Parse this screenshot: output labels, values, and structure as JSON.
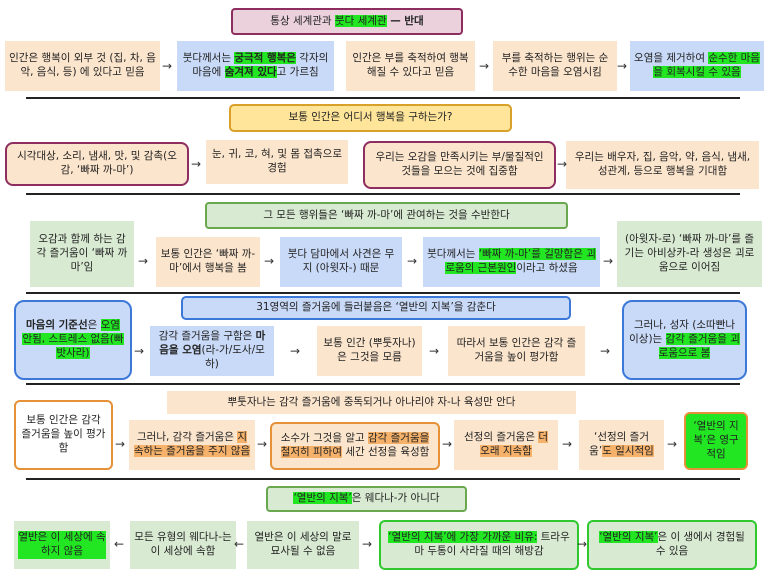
{
  "title": {
    "pre": "통상 세계관과 ",
    "hl": "붓다 세계관",
    "post": " — 반대"
  },
  "r1": {
    "a": "인간은 행복이 외부 것 (집, 차, 음악, 음식, 등) 에 있다고 믿음",
    "b": {
      "t1": "붓다께서는 ",
      "h1": "궁극적 행복은",
      "t2": " 각자의 마음에 ",
      "h2": "숨겨져 있다",
      "t3": "고 가르침"
    },
    "c": "인간은 부를 축적하여 행복해질 수 있다고 믿음",
    "d": "부를 축적하는 행위는 순수한 마음을 오염시킴",
    "e": {
      "t1": "오염을 제거하여 ",
      "h1": "순수한 마음을 회복시킬 수 있음"
    }
  },
  "q1": "보통 인간은 어디서 행복을 구하는가?",
  "r2": {
    "a": "시각대상, 소리, 냄새, 맛, 및 감촉(오감, ‘빠짜 까-마’)",
    "b": "눈, 귀, 코, 혀, 및 몸 접촉으로 경험",
    "c": "우리는 오감을 만족시키는 부/물질적인 것들을 모으는 것에 집중함",
    "d": "우리는 배우자, 집, 음악, 약, 음식, 냄새, 성관계, 등으로 행복을 기대함"
  },
  "q2": "그 모든 행위들은 ‘빠짜 까-마’에 관여하는 것을 수반한다",
  "r3": {
    "a": "오감과 함께 하는 감각 즐거움이 ‘빠짜 까마’임",
    "b": "보통 인간은 ‘빠짜 까-마’에서 행복을 봄",
    "c": "붓다 담마에서 사견은 무지 (아윗자-) 때문",
    "d": {
      "t1": "붓다께서는 ",
      "h1": "‘빠짜 까-마’를 길망함은 괴로움의 근본원인",
      "t2": "이라고 하셨음"
    },
    "e": "(아윗자-로) ‘빠짜 까-마’를 즐기는 아비상카-라 생성은 괴로움으로 이어짐"
  },
  "q3": "31영역의 즐거움에 들러붙음은 ‘열반의 지복’을 감춘다",
  "r4": {
    "a": {
      "h1": "마음의 기준선",
      "t1": "은 ",
      "h2": "오염 안됨, 스트레스 없음(빠밧사라)"
    },
    "b": {
      "t1": "감각 즐거움을 구함은 ",
      "h1": "마음을 오염",
      "t2": "(라-가/도사/모하)"
    },
    "c": "보통 인간 (뿌툿자나)은 그것을 모름",
    "d": "따라서 보통 인간은 감각 즐거움을 높이 평가함",
    "e": {
      "t1": "그러나, 성자 (소따빤나 이상)는 ",
      "h1": "감각 즐거움을 괴로움으로 봄"
    }
  },
  "q4": "뿌툿자나는 감각 즐거움에 중독되거나 아나리야 자-나 육성만 안다",
  "r5": {
    "a": "보통 인간은 감각 즐거움을 높이 평가함",
    "b": {
      "t1": "그러나, 감각 즐거움은 ",
      "h1": "지속하는 즐거움을 주지 않음"
    },
    "c": {
      "t1": "소수가 그것을 알고 ",
      "h1": "감각 즐거움을 철저히 피하여",
      "t2": " 세간 선정을 육성함"
    },
    "d": {
      "t1": "선정의 즐거움은 ",
      "h1": "더 오래 지속함"
    },
    "e": {
      "t1": "‘선정의 즐거움’",
      "h1": "도 일시적임"
    },
    "f": "‘열반의 지복’은 영구적임"
  },
  "q5": {
    "hl": "‘열반의 지복’",
    "post": "은 웨다나-가 아니다"
  },
  "r6": {
    "a": "열반은 이 세상에 속하지 않음",
    "b": "모든 유형의 웨다나-는 이 세상에 속함",
    "c": "열반은 이 세상의 말로 묘사될 수 없음",
    "d": {
      "h1": "‘열반의 지복’에 가장 가까운 비유:",
      "t1": " 트라우마 두통이 사라질 때의 해방감"
    },
    "e": {
      "h1": "‘열반의 지복’",
      "t1": "은 이 생에서 경험될 수 있음"
    }
  }
}
